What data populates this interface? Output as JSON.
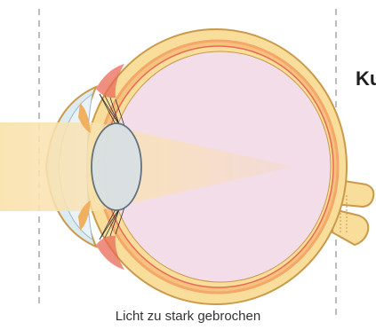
{
  "diagram": {
    "caption": "Licht zu stark gebrochen",
    "side_label": "Ku"
  },
  "colors": {
    "guide_line": "#999999",
    "sclera_fill": "#f9dd9a",
    "sclera_stroke": "#c99a4a",
    "choroid": "#f3a86a",
    "retina_red": "#e96a55",
    "vitreous": "#f3dde9",
    "lens": "#d9e0e3",
    "cornea": "#dceaf2",
    "light_beam": "#f9e3b0",
    "iris": "#f0b060"
  },
  "icons": [
    "eye-cross-section-illustration"
  ]
}
